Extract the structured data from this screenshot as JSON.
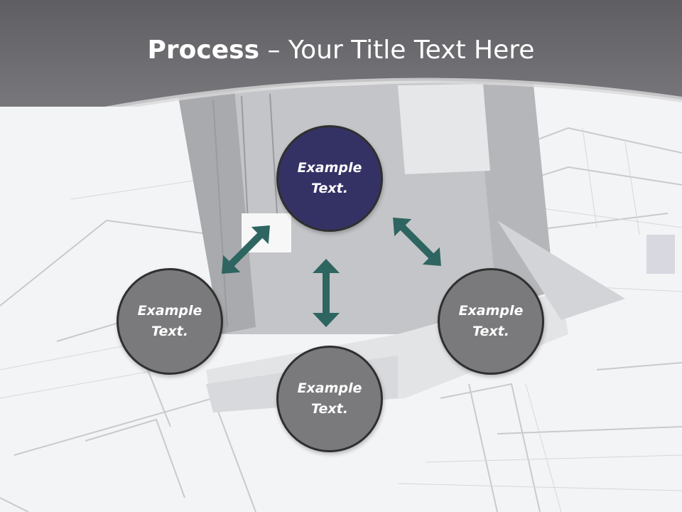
{
  "slide": {
    "title_bold": "Process",
    "title_rest": " – Your Title Text Here"
  },
  "colors": {
    "header": "#6e6d71",
    "center_node": "#343265",
    "outer_node": "#7a797c",
    "arrow": "#2e6560",
    "node_border": "#2f2f2f"
  },
  "nodes": {
    "top": {
      "line1": "Example",
      "line2": "Text."
    },
    "left": {
      "line1": "Example",
      "line2": "Text."
    },
    "right": {
      "line1": "Example",
      "line2": "Text."
    },
    "bottom": {
      "line1": "Example",
      "line2": "Text."
    }
  }
}
